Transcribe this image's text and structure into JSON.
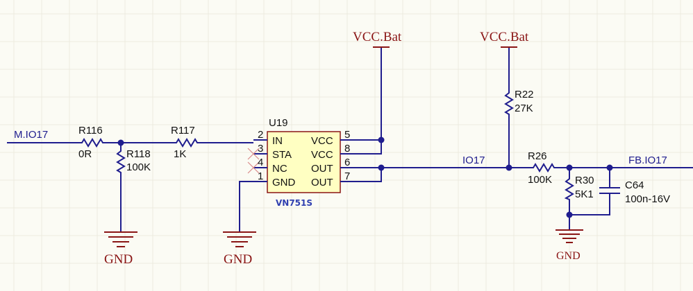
{
  "nets": {
    "m_io17": "M.IO17",
    "io17": "IO17",
    "fb_io17": "FB.IO17"
  },
  "power": {
    "vcc_left": "VCC.Bat",
    "vcc_right": "VCC.Bat",
    "gnd_1": "GND",
    "gnd_2": "GND",
    "gnd_3": "GND"
  },
  "components": {
    "r116": {
      "ref": "R116",
      "value": "0R"
    },
    "r118": {
      "ref": "R118",
      "value": "100K"
    },
    "r117": {
      "ref": "R117",
      "value": "1K"
    },
    "r22": {
      "ref": "R22",
      "value": "27K"
    },
    "r26": {
      "ref": "R26",
      "value": "100K"
    },
    "r30": {
      "ref": "R30",
      "value": "5K1"
    },
    "c64": {
      "ref": "C64",
      "value": "100n-16V"
    },
    "u19": {
      "ref": "U19",
      "part": "VN751S",
      "left_pins": [
        {
          "num": "2",
          "name": "IN"
        },
        {
          "num": "3",
          "name": "STA"
        },
        {
          "num": "4",
          "name": "NC"
        },
        {
          "num": "1",
          "name": "GND"
        }
      ],
      "right_pins": [
        {
          "num": "5",
          "name": "VCC"
        },
        {
          "num": "8",
          "name": "VCC"
        },
        {
          "num": "6",
          "name": "OUT"
        },
        {
          "num": "7",
          "name": "OUT"
        }
      ]
    }
  }
}
